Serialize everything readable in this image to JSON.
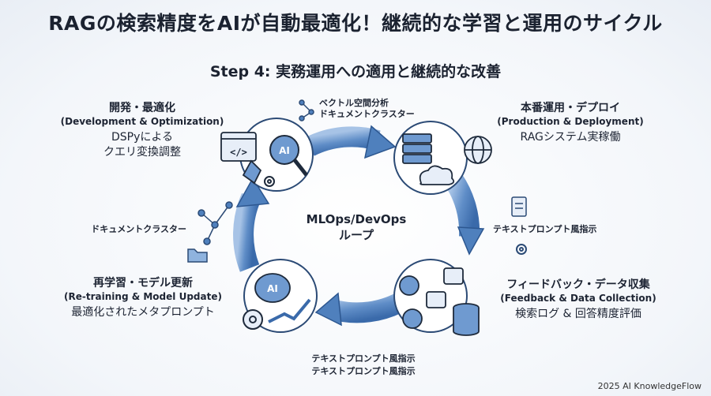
{
  "title": "RAGの検索精度をAIが自動最適化！継続的な学習と運用のサイクル",
  "subtitle": "Step 4: 実務運用への適用と継続的な改善",
  "center": {
    "line1": "MLOps/DevOps",
    "line2": "ループ"
  },
  "stages": {
    "dev": {
      "title": "開発・最適化",
      "en": "(Development & Optimization)",
      "desc1": "DSPyによる",
      "desc2": "クエリ変換調整"
    },
    "prod": {
      "title": "本番運用・デプロイ",
      "en": "(Production & Deployment)",
      "desc": "RAGシステム実稼働"
    },
    "feedback": {
      "title": "フィードバック・データ収集",
      "en": "(Feedback & Data Collection)",
      "desc": "検索ログ & 回答精度評価"
    },
    "retrain": {
      "title": "再学習・モデル更新",
      "en": "(Re-training & Model Update)",
      "desc": "最適化されたメタプロンプト"
    }
  },
  "annotations": {
    "top_line1": "ベクトル空間分析",
    "top_line2": "ドキュメントクラスター",
    "left": "ドキュメントクラスター",
    "right": "テキストプロンプト風指示",
    "bottom_line1": "テキストプロンプト風指示",
    "bottom_line2": "テキストプロンプト風指示"
  },
  "icons": {
    "ai_badge": "AI",
    "code_tag": "</>"
  },
  "footer": "2025 AI KnowledgeFlow",
  "colors": {
    "ring": "#4f80bd",
    "ring_light": "#8fb3de",
    "icon_stroke": "#1e2a3b",
    "icon_fill": "#6f9ad0"
  }
}
